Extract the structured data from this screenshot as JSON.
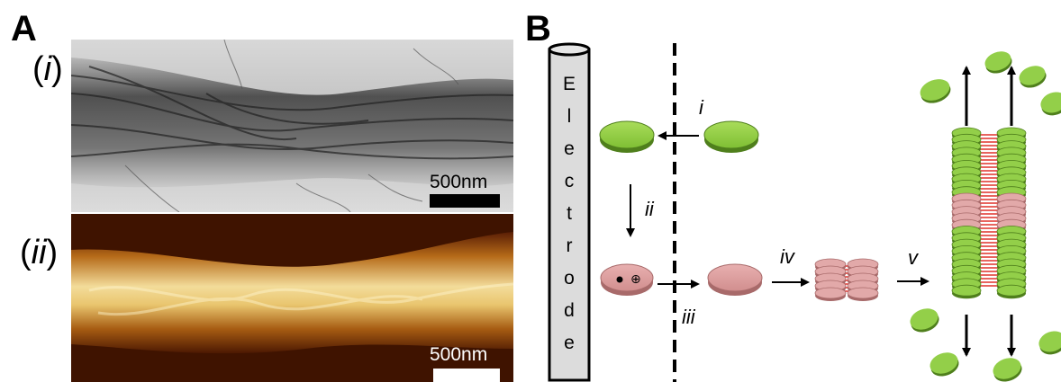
{
  "panel_a": {
    "label": "A",
    "sub_i_label": "i",
    "sub_ii_label": "ii",
    "scalebar_i": "500nm",
    "scalebar_ii": "500nm"
  },
  "panel_b": {
    "label": "B",
    "electrode_letters": [
      "E",
      "l",
      "e",
      "c",
      "t",
      "r",
      "o",
      "d",
      "e"
    ],
    "step_i": "i",
    "step_ii": "ii",
    "step_iii": "iii",
    "step_iv": "iv",
    "step_v": "v",
    "cation_symbol": "⊕"
  },
  "colors": {
    "green_disc": "#8cc63f",
    "pink_disc": "#d99b9b",
    "hbond": "#e0302a"
  }
}
